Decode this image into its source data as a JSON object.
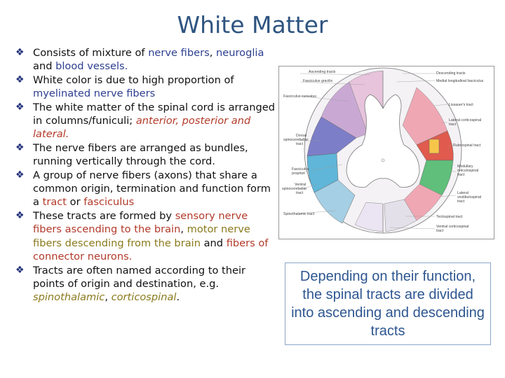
{
  "title": "White Matter",
  "bullets": [
    [
      {
        "t": "Consists of mixture of "
      },
      {
        "t": "nerve fibers",
        "c": "blue"
      },
      {
        "t": ", "
      },
      {
        "t": "neuroglia",
        "c": "blue"
      },
      {
        "t": " and "
      },
      {
        "t": "blood vessels.",
        "c": "blue"
      }
    ],
    [
      {
        "t": "White color is due to high proportion of "
      },
      {
        "t": "myelinated nerve fibers",
        "c": "blue"
      }
    ],
    [
      {
        "t": "The white matter of the spinal cord is arranged in columns/funiculi; "
      },
      {
        "t": "anterior, posterior and lateral.",
        "c": "ital-red"
      }
    ],
    [
      {
        "t": "The nerve fibers are arranged as bundles, running vertically through the cord."
      }
    ],
    [
      {
        "t": "A group of nerve fibers (axons) that share a common origin, termination and function form a "
      },
      {
        "t": "tract",
        "c": "red"
      },
      {
        "t": " or "
      },
      {
        "t": "fasciculus",
        "c": "red"
      }
    ],
    [
      {
        "t": "These tracts are formed by "
      },
      {
        "t": "sensory nerve fibers ascending to the brain",
        "c": "red"
      },
      {
        "t": ", "
      },
      {
        "t": "motor nerve fibers descending from the brain",
        "c": "olive"
      },
      {
        "t": " and "
      },
      {
        "t": "fibers of connector neurons.",
        "c": "red"
      }
    ],
    [
      {
        "t": "Tracts are often named according to their points of origin and destination, e.g. "
      },
      {
        "t": "spinothalamic",
        "c": "ital-olive"
      },
      {
        "t": ", "
      },
      {
        "t": "corticospinal",
        "c": "ital-olive"
      },
      {
        "t": "."
      }
    ]
  ],
  "bullet_glyph": "❖",
  "figure": {
    "left_labels": [
      "Ascending tracts",
      "Fasciculus gracilis",
      "Fasciculus cuneatus",
      "Dorsal spinocerebellar tract",
      "Fasciculus proprius",
      "Ventral spinocerebellar tract",
      "Spinothalamic tract"
    ],
    "right_labels": [
      "Descending tracts",
      "Medial longitudinal fasciculus",
      "Lissauer's tract",
      "Lateral corticospinal tract",
      "Rubrospinal tract",
      "Medullary reticulospinal tract",
      "Lateral vestibulospinal tract",
      "Tectospinal tract",
      "Ventral corticospinal tract"
    ]
  },
  "caption": "Depending on their function, the spinal tracts are divided into ascending and descending tracts"
}
